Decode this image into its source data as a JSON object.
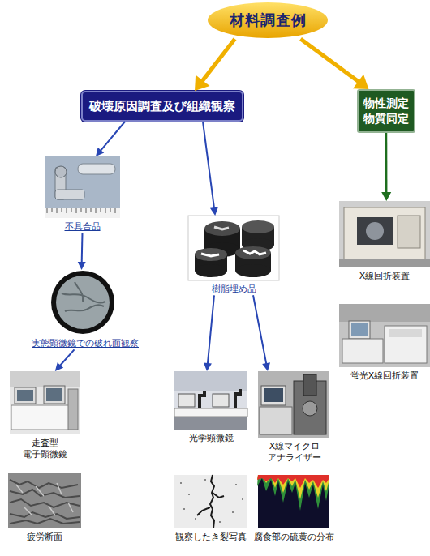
{
  "diagram": {
    "nodes": [
      {
        "text": [
          "材料調査例"
        ]
      },
      {
        "text": [
          "破壊原因調査及び組織観察"
        ]
      },
      {
        "text": [
          "物性測定 物質同定"
        ]
      },
      {
        "text": [
          "不具合品"
        ]
      },
      {
        "text": [
          "樹脂埋め品"
        ]
      },
      {
        "text": [
          "X線回折装置"
        ]
      },
      {
        "text": [
          "実態顕微鏡での破れ面観察"
        ]
      },
      {
        "text": [
          "蛍光X線回折装置"
        ]
      },
      {
        "text": [
          "走査型 電子顕微鏡"
        ]
      },
      {
        "text": [
          "光学顕微鏡"
        ]
      },
      {
        "text": [
          "X線マイクロ アナライザー"
        ]
      },
      {
        "text": [
          "疲労断面"
        ]
      },
      {
        "text": [
          "観察したき裂写真"
        ]
      },
      {
        "text": [
          "腐食部の硫黄の分布"
        ]
      }
    ],
    "edges": [
      {
        "from": 0,
        "to": 1,
        "arrow": "to"
      },
      {
        "from": 0,
        "to": 2,
        "arrow": "to"
      },
      {
        "from": 1,
        "to": 3,
        "arrow": "to"
      },
      {
        "from": 1,
        "to": 4,
        "arrow": "to"
      },
      {
        "from": 2,
        "to": 5,
        "arrow": "to"
      },
      {
        "from": 3,
        "to": 6,
        "arrow": "to"
      },
      {
        "from": 6,
        "to": 8,
        "arrow": "to"
      },
      {
        "from": 4,
        "to": 9,
        "arrow": "to"
      },
      {
        "from": 4,
        "to": 10,
        "arrow": "to"
      }
    ]
  }
}
